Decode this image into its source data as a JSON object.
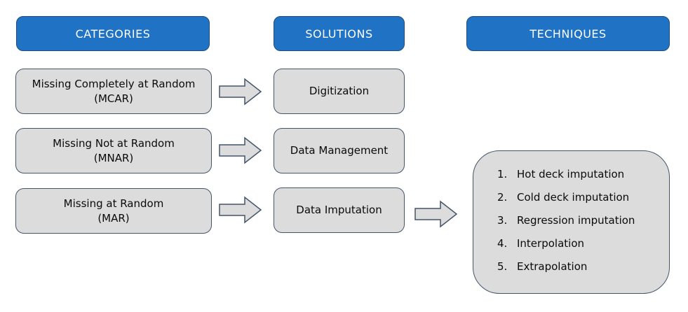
{
  "colors": {
    "header_fill": "#1f72c4",
    "header_border": "#1b4e82",
    "header_text": "#ffffff",
    "box_fill": "#dcdcdc",
    "box_border": "#44546a",
    "background": "#ffffff"
  },
  "headers": {
    "categories": "CATEGORIES",
    "solutions": "SOLUTIONS",
    "techniques": "TECHNIQUES"
  },
  "categories": [
    {
      "line1": "Missing Completely at Random",
      "line2": "(MCAR)"
    },
    {
      "line1": "Missing Not at Random",
      "line2": "(MNAR)"
    },
    {
      "line1": "Missing at Random",
      "line2": "(MAR)"
    }
  ],
  "solutions": [
    {
      "label": "Digitization"
    },
    {
      "label": "Data Management"
    },
    {
      "label": "Data Imputation"
    }
  ],
  "techniques": {
    "items": [
      {
        "number": "1.",
        "label": "Hot deck imputation"
      },
      {
        "number": "2.",
        "label": "Cold deck imputation"
      },
      {
        "number": "3.",
        "label": "Regression imputation"
      },
      {
        "number": "4.",
        "label": "Interpolation"
      },
      {
        "number": "5.",
        "label": "Extrapolation"
      }
    ]
  }
}
